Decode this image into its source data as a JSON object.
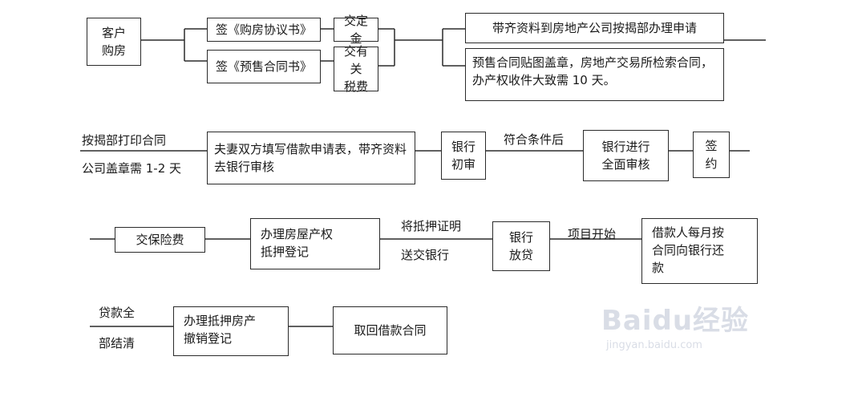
{
  "row1": {
    "customer": "客户\n购房",
    "sign_purchase": "签《购房协议书》",
    "sign_presale": "签《预售合同书》",
    "pay_deposit": "交定金",
    "pay_tax": "交有关\n税费",
    "submit_materials": "带齐资料到房地产公司按揭部办理申请",
    "presale_stamp": "预售合同贴图盖章，房地产交易所检索合同，办产权收件大致需 10 天。"
  },
  "row2": {
    "label_top": "按揭部打印合同",
    "label_bottom": "公司盖章需 1-2 天",
    "couple_apply": "夫妻双方填写借款申请表，带齐资料去银行审核",
    "bank_initial": "银行\n初审",
    "label_conditions": "符合条件后",
    "bank_full": "银行进行\n全面审核",
    "sign": "签\n约"
  },
  "row3": {
    "insurance": "交保险费",
    "mortgage_register": "办理房屋产权\n抵押登记",
    "label_top": "将抵押证明",
    "label_bottom": "送交银行",
    "bank_loan": "银行\n放贷",
    "label_start": "项目开始",
    "monthly_repay": "借款人每月按\n合同向银行还\n款"
  },
  "row4": {
    "label_top": "贷款全",
    "label_bottom": "部结清",
    "cancel_register": "办理抵押房产\n撤销登记",
    "retrieve_contract": "取回借款合同"
  },
  "watermark": {
    "line1": "Baidu经验",
    "line2": "jingyan.baidu.com"
  }
}
